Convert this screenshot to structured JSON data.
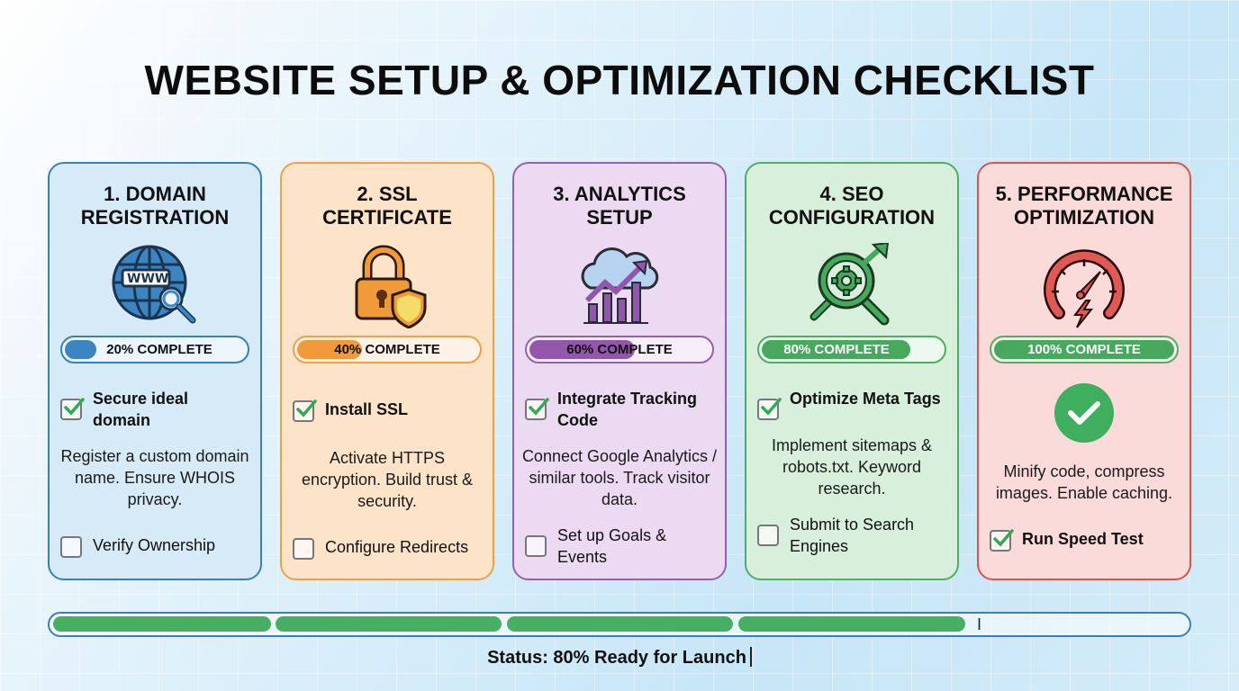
{
  "title": "WEBSITE SETUP & OPTIMIZATION CHECKLIST",
  "cards": [
    {
      "id": "domain",
      "title": "1. DOMAIN\nREGISTRATION",
      "icon": "globe-www-search-icon",
      "progress_label": "20% COMPLETE",
      "progress_percent": 20,
      "colors": {
        "bg": "#d6eaf8",
        "border": "#3a7fb8",
        "fill": "#3d85c2"
      },
      "task_done": {
        "label": "Secure ideal domain",
        "checked": true
      },
      "description": "Register a custom domain name. Ensure WHOIS privacy.",
      "task_todo": {
        "label": "Verify Ownership",
        "checked": false
      }
    },
    {
      "id": "ssl",
      "title": "2. SSL\nCERTIFICATE",
      "icon": "padlock-shield-icon",
      "progress_label": "40% COMPLETE",
      "progress_percent": 40,
      "colors": {
        "bg": "#fde3c8",
        "border": "#f0a04a",
        "fill": "#f09a3a"
      },
      "task_done": {
        "label": "Install SSL",
        "checked": true
      },
      "description": "Activate HTTPS encryption. Build trust & security.",
      "task_todo": {
        "label": "Configure Redirects",
        "checked": false
      }
    },
    {
      "id": "analytics",
      "title": "3. ANALYTICS\nSETUP",
      "icon": "cloud-bar-chart-icon",
      "progress_label": "60% COMPLETE",
      "progress_percent": 60,
      "colors": {
        "bg": "#ecdaf2",
        "border": "#9460b0",
        "fill": "#9256ad"
      },
      "task_done": {
        "label": "Integrate Tracking Code",
        "checked": true
      },
      "description": "Connect Google Analytics / similar tools. Track visitor data.",
      "task_todo": {
        "label": "Set up Goals & Events",
        "checked": false
      }
    },
    {
      "id": "seo",
      "title": "4. SEO\nCONFIGURATION",
      "icon": "magnifier-gear-arrow-icon",
      "progress_label": "80% COMPLETE",
      "progress_percent": 80,
      "colors": {
        "bg": "#d7efdb",
        "border": "#4fae64",
        "fill": "#46a95d"
      },
      "task_done": {
        "label": "Optimize Meta Tags",
        "checked": true
      },
      "description": "Implement sitemaps & robots.txt. Keyword research.",
      "task_todo": {
        "label": "Submit to Search Engines",
        "checked": false
      }
    },
    {
      "id": "performance",
      "title": "5. PERFORMANCE\nOPTIMIZATION",
      "icon": "speedometer-lightning-icon",
      "progress_label": "100% COMPLETE",
      "progress_percent": 100,
      "colors": {
        "bg": "#fbdada",
        "border": "#d9534f",
        "fill": "#46a95d"
      },
      "complete_icon": "check-circle-icon",
      "description": "Minify code, compress images. Enable caching.",
      "task_done": {
        "label": "Run Speed Test",
        "checked": true
      }
    }
  ],
  "overall": {
    "percent": 80,
    "segments_filled": 4,
    "segments_total": 5,
    "fill_color": "#48ae62",
    "border_color": "#3b7fb8"
  },
  "status_text": "Status: 80% Ready for Launch"
}
